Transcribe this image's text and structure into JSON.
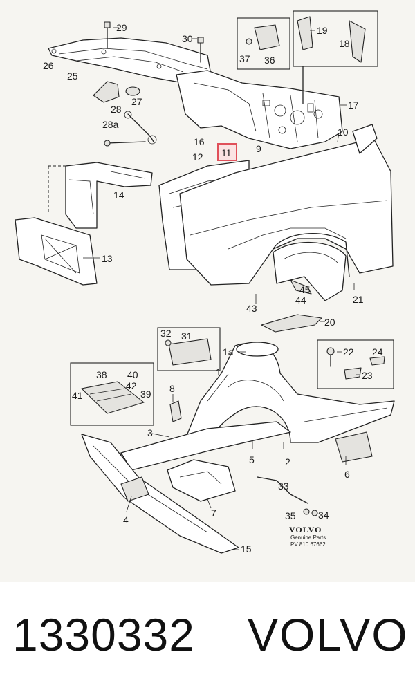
{
  "caption": {
    "part_number": "1330332",
    "brand": "VOLVO"
  },
  "diagram": {
    "highlighted_label": "11",
    "labels": [
      "29",
      "30",
      "19",
      "18",
      "37",
      "36",
      "26",
      "25",
      "28",
      "27",
      "17",
      "28a",
      "16",
      "12",
      "11",
      "9",
      "10",
      "14",
      "13",
      "45",
      "44",
      "21",
      "43",
      "20",
      "32",
      "31",
      "1a",
      "1",
      "22",
      "24",
      "23",
      "38",
      "40",
      "42",
      "41",
      "39",
      "8",
      "3",
      "5",
      "2",
      "6",
      "33",
      "35",
      "34",
      "4",
      "7",
      "15"
    ],
    "stamp": {
      "brand": "VOLVO",
      "line1": "Genuine Parts",
      "line2": "PV 810 67662"
    }
  }
}
